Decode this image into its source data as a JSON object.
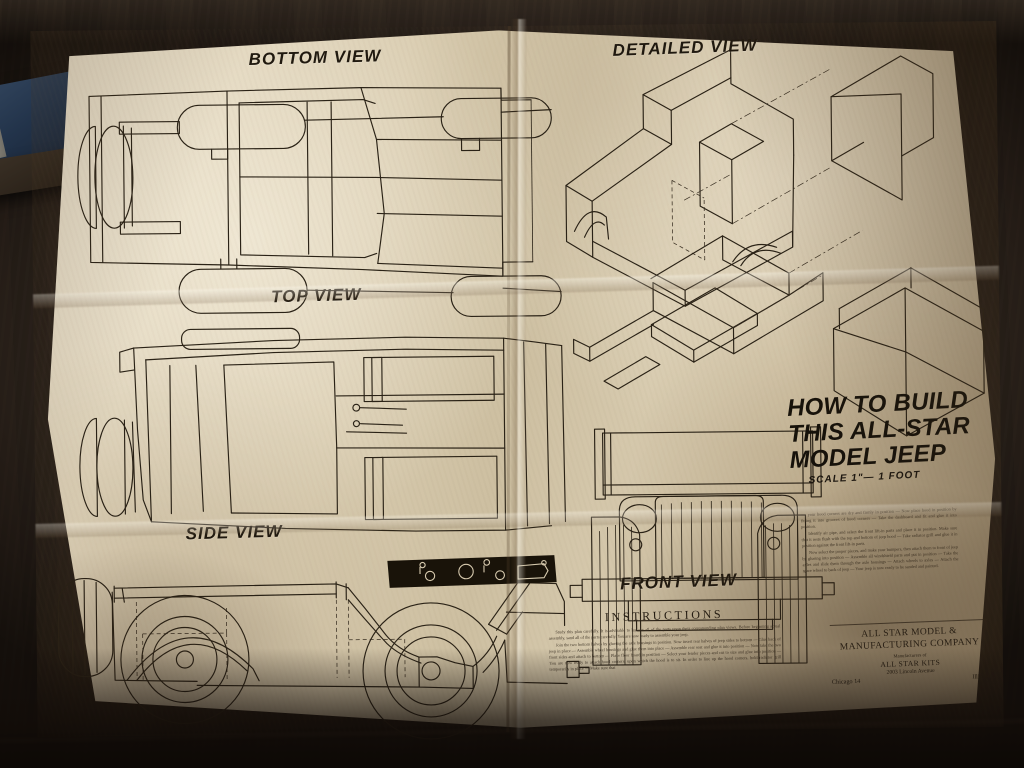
{
  "document": {
    "kind": "vintage model airplane/car plan sheet",
    "subject": "All Star Model Jeep construction plan",
    "scale_note": "SCALE 1\"— 1 FOOT"
  },
  "views": {
    "bottom": "BOTTOM VIEW",
    "top": "TOP VIEW",
    "side": "SIDE VIEW",
    "detailed": "DETAILED VIEW",
    "front": "FRONT VIEW"
  },
  "title_block": {
    "line1": "HOW TO BUILD",
    "line2": "THIS ALL-STAR",
    "line3": "MODEL JEEP",
    "scale": "SCALE 1\"— 1 FOOT"
  },
  "instructions": {
    "heading": "INSTRUCTIONS",
    "left_paragraphs": [
      "Study this plan carefully. It is advisable to lay out all of the parts upon their corresponding plan views. Before beginning actual assembly, sand all of the parts carefully. You are now ready to assemble your jeep.",
      "Join the two bottom halves by glueing the axle housings in position. Now insert rear halves of jeep sides to bottom — Glue back of jeep in place — Assemble wheel housings and glue them into place — Assemble rear seat and glue it into position — Now take the two front sides and attach to bottom — Place floor board in position — Select your fender pieces and cut to size and glue into position — You are now ready to attach hood corners, upon which the hood is to sit. In order to line up the hood corners, hold radiator grill temporarily in place — Make sure that"
    ],
    "right_paragraphs": [
      "your hood corners are dry and firmly in position — Now place hood in position by fitting it into grooves of hood corners — Take the dashboard and fit and glue it into position.",
      "Identify air pipe, and select the front lift-in parts and place it in position. Make sure that it rests flush with the top and bottom of jeep hood — Take radiator grill and glue it in position against the front lift-in parts.",
      "Now select the proper pieces, and make your bumpers, then attach them to front of jeep by glueing into position — Assemble all windshield parts and put in position — Take the axles and slide them through the axle housings — Attach wheels to axles — Attach the spare wheel to back of jeep — Your jeep is now ready to be sanded and painted."
    ]
  },
  "company": {
    "name_line1": "ALL STAR MODEL &",
    "name_line2": "MANUFACTURING COMPANY",
    "manufacturers_of": "Manufacturers of",
    "product": "ALL STAR KITS",
    "address": "2003 Lincoln Avenue",
    "city": "Chicago 14",
    "state": "Illinois"
  },
  "colors": {
    "paper": "#d9ccb0",
    "ink": "#2a2216",
    "desk": "#3a2f26",
    "dashboard": "#191309"
  }
}
